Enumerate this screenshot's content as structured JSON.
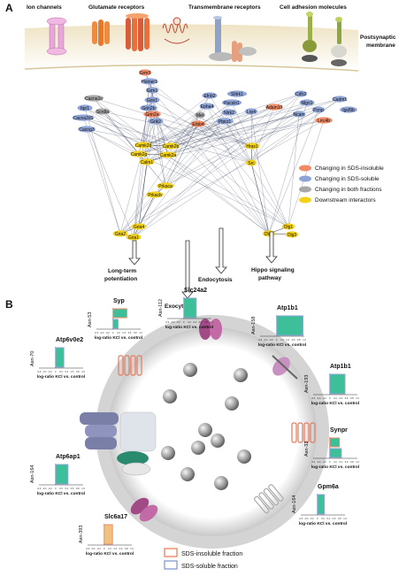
{
  "panel_a": {
    "letter": "A",
    "categories": {
      "ion": "Ion channels",
      "glutamate": "Glutamate receptors",
      "transmembrane": "Transmembrane receptors",
      "adhesion": "Cell adhesion molecules"
    },
    "membrane_line1": "Postsynaptic",
    "membrane_line2": "membrane",
    "legend": [
      {
        "label": "Changing in SDS-insoluble",
        "color": "#ee8a66"
      },
      {
        "label": "Changing in SDS-soluble",
        "color": "#8ea3d6"
      },
      {
        "label": "Changing in both fractions",
        "color": "#a8a8a8"
      },
      {
        "label": "Downstream interactors",
        "color": "#f4d21a"
      }
    ],
    "nodes": [
      {
        "id": "grm3",
        "label": "Grm3",
        "type": "insoluble"
      },
      {
        "id": "homer1",
        "label": "Homer1",
        "type": "soluble"
      },
      {
        "id": "grm1",
        "label": "Grm1",
        "type": "soluble"
      },
      {
        "id": "grin1",
        "label": "Grin1",
        "type": "soluble"
      },
      {
        "id": "grin2b",
        "label": "Grin2b",
        "type": "soluble"
      },
      {
        "id": "grin2a",
        "label": "Grin2a",
        "type": "insoluble"
      },
      {
        "id": "grik2",
        "label": "Grik2",
        "type": "soluble"
      },
      {
        "id": "cacna1c",
        "label": "Cacna1c",
        "type": "both"
      },
      {
        "id": "itpr1",
        "label": "Itpr1",
        "type": "soluble"
      },
      {
        "id": "cacna2d1",
        "label": "Cacna2d1",
        "type": "soluble"
      },
      {
        "id": "scn8a",
        "label": "Scn8a",
        "type": "both"
      },
      {
        "id": "cacng3",
        "label": "Cacng3",
        "type": "soluble"
      },
      {
        "id": "efnb2",
        "label": "Efnb2",
        "type": "soluble"
      },
      {
        "id": "slitrk1",
        "label": "Slitrk1",
        "type": "soluble"
      },
      {
        "id": "epha4",
        "label": "Epha4",
        "type": "soluble"
      },
      {
        "id": "pacsin1",
        "label": "Pacsin1",
        "type": "soluble"
      },
      {
        "id": "adam10",
        "label": "Adam10",
        "type": "insoluble"
      },
      {
        "id": "met",
        "label": "Met",
        "type": "both"
      },
      {
        "id": "ntrk2",
        "label": "Ntrk2",
        "type": "soluble"
      },
      {
        "id": "lrp4",
        "label": "Lrp4",
        "type": "soluble"
      },
      {
        "id": "erbb4",
        "label": "Erbb4",
        "type": "insoluble"
      },
      {
        "id": "ptprz1",
        "label": "Ptprz1",
        "type": "soluble"
      },
      {
        "id": "cdh2",
        "label": "Cdh2",
        "type": "soluble"
      },
      {
        "id": "cadm1",
        "label": "Cadm1",
        "type": "soluble"
      },
      {
        "id": "nlgn1",
        "label": "Nlgn1",
        "type": "soluble"
      },
      {
        "id": "igsf9b",
        "label": "Igsf9b",
        "type": "soluble"
      },
      {
        "id": "ncam",
        "label": "Ncam",
        "type": "soluble"
      },
      {
        "id": "pcnp",
        "label": "Pcnp",
        "type": "soluble"
      },
      {
        "id": "lrrc4b",
        "label": "Lrrc4b",
        "type": "insoluble"
      },
      {
        "id": "camk2d",
        "label": "Camk2d",
        "type": "downstream"
      },
      {
        "id": "camk2b",
        "label": "Camk2b",
        "type": "downstream"
      },
      {
        "id": "camk2g",
        "label": "Camk2g",
        "type": "downstream"
      },
      {
        "id": "camk2a",
        "label": "Camk2a",
        "type": "downstream"
      },
      {
        "id": "calm1",
        "label": "Calm1",
        "type": "downstream"
      },
      {
        "id": "hras1",
        "label": "Hras1",
        "type": "downstream"
      },
      {
        "id": "src",
        "label": "Src",
        "type": "downstream"
      },
      {
        "id": "prkaca",
        "label": "Prkaca",
        "type": "downstream"
      },
      {
        "id": "prkacb",
        "label": "Prkacb",
        "type": "downstream"
      },
      {
        "id": "gria4",
        "label": "Gria4",
        "type": "downstream"
      },
      {
        "id": "gria2",
        "label": "Gria2",
        "type": "downstream"
      },
      {
        "id": "gria1",
        "label": "Gria1",
        "type": "downstream"
      },
      {
        "id": "dlg1",
        "label": "Dlg1",
        "type": "downstream"
      },
      {
        "id": "dlg4",
        "label": "Dlg4",
        "type": "downstream"
      },
      {
        "id": "dlg3",
        "label": "Dlg3",
        "type": "downstream"
      }
    ],
    "outcomes": {
      "ltp_line1": "Long-term",
      "ltp_line2": "potentiation",
      "exocytosis": "Exocytosis",
      "endocytosis": "Endocytosis",
      "hippo_line1": "Hippo signaling",
      "hippo_line2": "pathway"
    }
  },
  "panel_b": {
    "letter": "B",
    "xaxis_label": "log-ratio KCl vs. control",
    "legend": [
      {
        "label": "SDS-insoluble fraction",
        "color": "#ee8a66"
      },
      {
        "label": "SDS-soluble fraction",
        "color": "#8ea3d6"
      }
    ],
    "ticks": [
      "-0.6",
      "-0.4",
      "-0.2",
      "0",
      "0.2",
      "0.4",
      "0.6",
      "0.8",
      "1.0"
    ],
    "charts": [
      {
        "protein": "Syp",
        "site": "Asn-53",
        "bars": [
          {
            "fraction": "insoluble",
            "value": 0.5
          },
          {
            "fraction": "soluble",
            "value": 0.18
          }
        ]
      },
      {
        "protein": "Slc24a2",
        "site": "Asn-112",
        "bars": [
          {
            "fraction": "soluble",
            "value": 0.45
          }
        ]
      },
      {
        "protein": "Atp1b1",
        "site": "Asn-158",
        "bars": [
          {
            "fraction": "soluble",
            "value": 0.95
          }
        ]
      },
      {
        "protein": "Atp6v0e2",
        "site": "Asn-70",
        "bars": [
          {
            "fraction": "soluble",
            "value": 0.3
          }
        ]
      },
      {
        "protein": "Atp1b1",
        "site": "Asn-193",
        "bars": [
          {
            "fraction": "soluble",
            "value": 0.55
          }
        ]
      },
      {
        "protein": "Synpr",
        "site": "Asn-33",
        "bars": [
          {
            "fraction": "insoluble",
            "value": 0.35
          },
          {
            "fraction": "soluble",
            "value": 0.42
          }
        ]
      },
      {
        "protein": "Atp6ap1",
        "site": "Asn-164",
        "bars": [
          {
            "fraction": "soluble",
            "value": 0.45
          }
        ]
      },
      {
        "protein": "Gpm6a",
        "site": "Asn-164",
        "bars": [
          {
            "fraction": "soluble",
            "value": 0.25
          }
        ]
      },
      {
        "protein": "Slc6a17",
        "site": "Asn-393",
        "bars": [
          {
            "fraction": "insoluble",
            "value": 0.3
          }
        ]
      }
    ]
  }
}
